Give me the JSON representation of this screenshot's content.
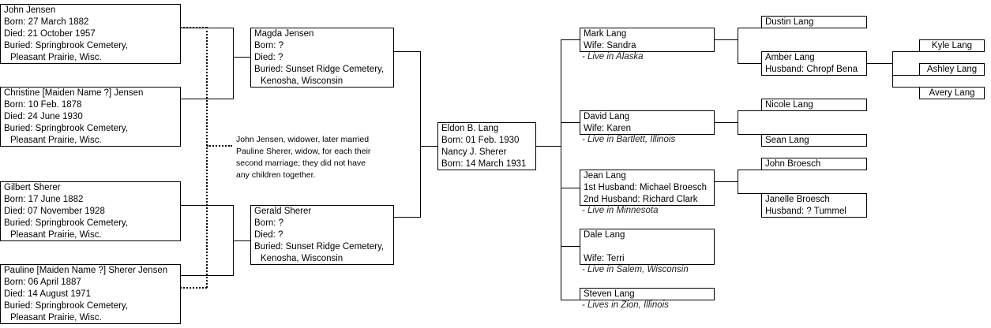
{
  "ancestors": {
    "john_jensen": {
      "name": "John Jensen",
      "born": "Born: 27 March 1882",
      "died": "Died: 21 October 1957",
      "buried1": "Buried: Springbrook Cemetery,",
      "buried2": "Pleasant Prairie, Wisc."
    },
    "christine": {
      "name": "Christine [Maiden Name ?] Jensen",
      "born": "Born: 10 Feb. 1878",
      "died": "Died: 24 June 1930",
      "buried1": "Buried: Springbrook Cemetery,",
      "buried2": "Pleasant Prairie, Wisc."
    },
    "gilbert": {
      "name": "Gilbert Sherer",
      "born": "Born: 17 June 1882",
      "died": "Died: 07 November 1928",
      "buried1": "Buried: Springbrook Cemetery,",
      "buried2": "Pleasant Prairie, Wisc."
    },
    "pauline": {
      "name": "Pauline [Maiden Name ?] Sherer Jensen",
      "born": "Born: 06 April 1887",
      "died": "Died: 14 August 1971",
      "buried1": "Buried: Springbrook Cemetery,",
      "buried2": "Pleasant Prairie, Wisc."
    }
  },
  "parents": {
    "magda": {
      "name": "Magda Jensen",
      "born": "Born: ?",
      "died": "Died: ?",
      "buried1": "Buried: Sunset Ridge Cemetery,",
      "buried2": "Kenosha, Wisconsin"
    },
    "gerald": {
      "name": "Gerald Sherer",
      "born": "Born: ?",
      "died": "Died: ?",
      "buried1": "Buried: Sunset Ridge Cemetery,",
      "buried2": "Kenosha, Wisconsin"
    }
  },
  "note": {
    "l1": "John Jensen, widower, later married",
    "l2": "Pauline Sherer, widow, for each their",
    "l3": "second marriage; they did not have",
    "l4": "any children together."
  },
  "center": {
    "l1": "Eldon B. Lang",
    "l2": "Born: 01 Feb. 1930",
    "l3": "Nancy J. Sherer",
    "l4": "Born: 14 March 1931"
  },
  "children": {
    "mark": {
      "name": "Mark Lang",
      "spouse": "Wife: Sandra",
      "note": "- Live in Alaska"
    },
    "david": {
      "name": "David Lang",
      "spouse": "Wife: Karen",
      "note": "- Live in Bartlett, Illinois"
    },
    "jean": {
      "name": "Jean Lang",
      "spouse1": "1st Husband: Michael Broesch",
      "spouse2": "2nd Husband: Richard Clark",
      "note": "- Live in Minnesota"
    },
    "dale": {
      "name": "Dale Lang",
      "spouse": "Wife: Terri",
      "note": "- Live in Salem, Wisconsin"
    },
    "steven": {
      "name": "Steven Lang",
      "note": "- Lives in Zion, Illinois"
    }
  },
  "grandchildren": {
    "dustin": "Dustin Lang",
    "amber": {
      "name": "Amber Lang",
      "spouse": "Husband: Chropf Bena"
    },
    "nicole": "Nicole Lang",
    "sean": "Sean Lang",
    "john_broesch": "John Broesch",
    "janelle": {
      "name": "Janelle Broesch",
      "spouse": "Husband: ? Tummel"
    }
  },
  "great_grandchildren": {
    "kyle": "Kyle Lang",
    "ashley": "Ashley Lang",
    "avery": "Avery Lang"
  }
}
